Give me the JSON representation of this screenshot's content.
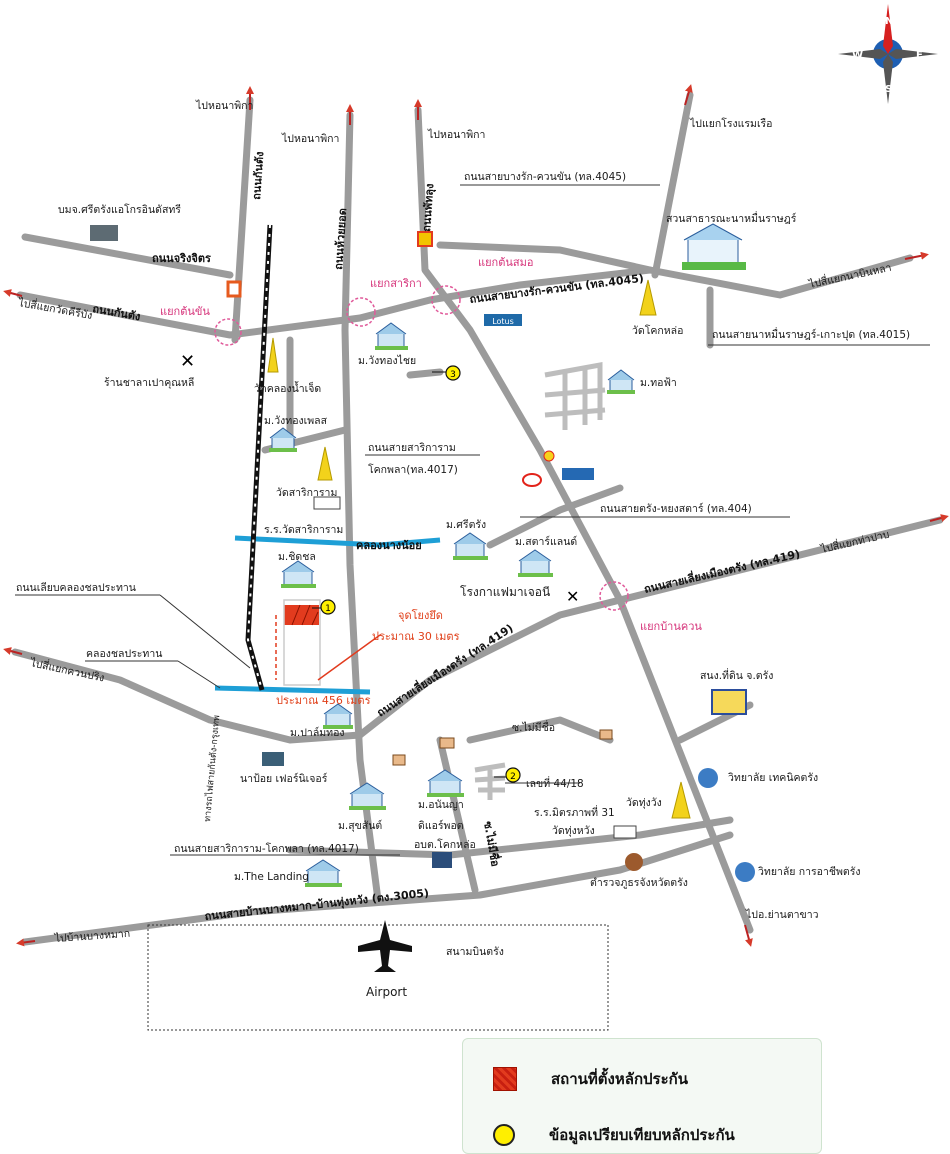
{
  "compass": {
    "n": "N",
    "s": "S",
    "e": "E",
    "w": "W"
  },
  "places": {
    "to_hornapika_1": "ไปหอนาพิกา",
    "to_hornapika_2": "ไปหอนาพิกา",
    "to_hornapika_3": "ไปหอนาพิกา",
    "to_yaek_rongraemruea": "ไปแยกโรงแรมเรือ",
    "road_bangrak_khuankhan": "ถนนสายบางรัก-ควนขัน (ทล.4045)",
    "road_bangrak_khuankhan_2": "ถนนสายบางรัก-ควนขัน (ทล.4045)",
    "park": "สวนสาธารณะนาหมื่นราษฎร์",
    "company": "บมจ.ศรีตรังแอโกรอินดัสทรี",
    "road_rakchit": "ถนนจริงจิตร",
    "road_kantang_v": "ถนนกันตัง",
    "road_huaiyot": "ถนนห้วยยอด",
    "road_phatthalung": "ถนนพัทลุง",
    "yaek_tonkhan": "แยกต้นขัน",
    "yaek_sarika": "แยกสาริกา",
    "yaek_tonsamo": "แยกต้นสมอ",
    "to_yaek_nabinla": "ไปสี่แยกนาบินหลา",
    "road_namuen": "ถนนสายนาหมื่นราษฎร์-เกาะปุด (ทล.4015)",
    "wat_khoklo": "วัดโคกหล่อ",
    "to_wat_khanang": "ไปสี่แยกวัดคีรีบัง",
    "road_kantang": "ถนนกันตัง",
    "restaurant": "ร้านชาลาเปาคุณหลี",
    "wat_khlongnamchet": "วัดคลองน้ำเจ็ด",
    "m_wangthongchai": "ม.วังทองไชย",
    "lotus": "Lotus",
    "m_thophaa": "ม.ทอฟ้า",
    "m_wangthongphon": "ม.วังทองเพลส",
    "road_sarikaram": "ถนนสายสาริการาม",
    "road_sarikaram_2": "โคกพลา(ทล.4017)",
    "wat_sarikaram": "วัดสาริการาม",
    "school_sarikaram": "ร.ร.วัดสาริการาม",
    "canal_nangnoi": "คลองนางน้อย",
    "m_sitchon": "ม.ชิดชล",
    "road_trang_yongsata": "ถนนสายตรัง-หยงสตาร์ (ทล.404)",
    "m_sitrang": "ม.ศรีตรัง",
    "m_startland": "ม.สตาร์แลนด์",
    "coffee": "โรงกาแฟมาเจอนี",
    "road_bypass": "ถนนสายเลี่ยงเมืองตรัง (ทล.419)",
    "road_bypass_2": "ถนนสายเลี่ยงเมืองตรัง (ทล.419)",
    "to_yaek_thapa": "ไปสี่แยกท่าปาบ",
    "road_khlongchonprathan": "ถนนเลียบคลองชลประทาน",
    "point_title": "จุดโยงยึด",
    "point_dist": "ประมาณ 30 เมตร",
    "yaek_bankhuan": "แยกบ้านควน",
    "canal_chonprathan": "คลองชลประทาน",
    "to_yaek_khuanprin": "ไปสี่แยกควนปริง",
    "dist_456": "ประมาณ 456 เมตร",
    "land_office": "สนง.ที่ดิน จ.ตรัง",
    "m_palmthong": "ม.ปาล์มทอง",
    "soi_no_name": "ซ.ไม่มีชื่อ",
    "house_no": "เลขที่ 44/18",
    "rail": "ทางรถไฟสายกันตัง-กรุงเทพ",
    "napoy": "นาป้อย เฟอร์นิเจอร์",
    "college_tech": "วิทยาลัย เทคนิคตรัง",
    "m_anunya": "ม.อนันญา",
    "m_suksan": "ม.สุขสันต์",
    "dairy": "ดิแอร์พอต",
    "obt": "อบต.โคกหล่อ",
    "soi_maisue": "ซ.ไม่มีชื่อ",
    "wat_thungwang": "วัดทุ่งวัง",
    "school_mittraphap": "ร.ร.มิตรภาพที่ 31",
    "school_mittraphap_2": "วัดทุ่งหวัง",
    "road_sarikaram_khokphla": "ถนนสายสาริการาม-โคกพลา (ทล.4017)",
    "college_agri": "วิทยาลัย การอาชีพตรัง",
    "m_landing": "ม.The Landing",
    "police": "ตำรวจภูธรจังหวัดตรัง",
    "road_bangmak": "ถนนสายบ้านบางหมาก-บ้านทุ่งหวัง (ตง.3005)",
    "to_bangmak": "ไปบ้านบางหมาก",
    "to_yanta": "ไปอ.ย่านตาขาว",
    "airport_th": "สนามบินตรัง",
    "airport_en": "Airport",
    "marker_1": "1",
    "marker_2": "2",
    "marker_3": "3"
  },
  "legend": {
    "collateral": "สถานที่ตั้งหลักประกัน",
    "comparison": "ข้อมูลเปรียบเทียบหลักประกัน"
  },
  "colors": {
    "road": "#999999",
    "rail": "#111111",
    "canal": "#1e9fd6",
    "pink": "#d6337a",
    "accent_red": "#e0401a",
    "marker_yellow": "#ffef00"
  }
}
